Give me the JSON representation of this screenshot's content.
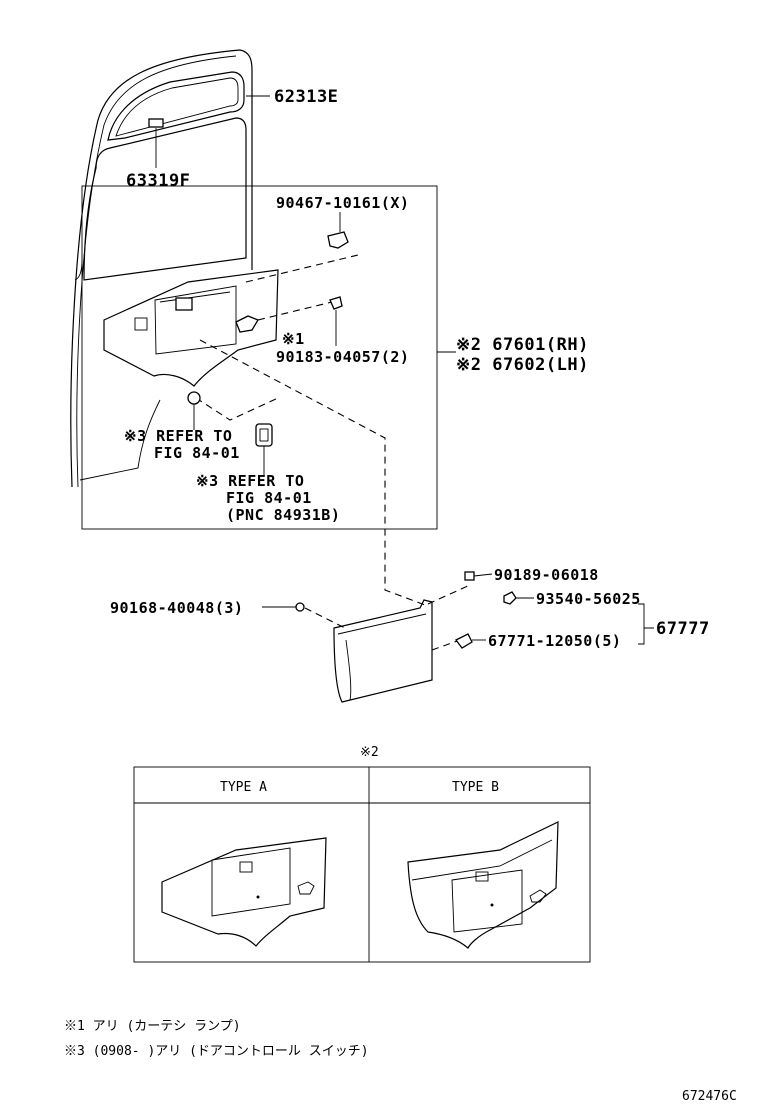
{
  "callouts": {
    "p62313E": "62313E",
    "p63319F": "63319F",
    "p90467": "90467-10161(X)",
    "p67601": "※2 67601(RH)",
    "p67602": "※2 67602(LH)",
    "mark1": "※1",
    "p90183": "90183-04057(2)",
    "refer1_line1": "※3 REFER TO",
    "refer1_line2": "FIG 84-01",
    "refer2_line1": "※3 REFER TO",
    "refer2_line2": "FIG 84-01",
    "refer2_line3": "(PNC 84931B)",
    "p90189": "90189-06018",
    "p93540": "93540-56025",
    "p90168": "90168-40048(3)",
    "p67771": "67771-12050(5)",
    "p67777": "67777"
  },
  "type_table": {
    "mark": "※2",
    "type_a": "TYPE A",
    "type_b": "TYPE B"
  },
  "footnotes": {
    "note1": "※1 アリ (カーテシ ランプ)",
    "note3": "※3 (0908- )アリ (ドアコントロール スイッチ)"
  },
  "figure_id": "672476C"
}
